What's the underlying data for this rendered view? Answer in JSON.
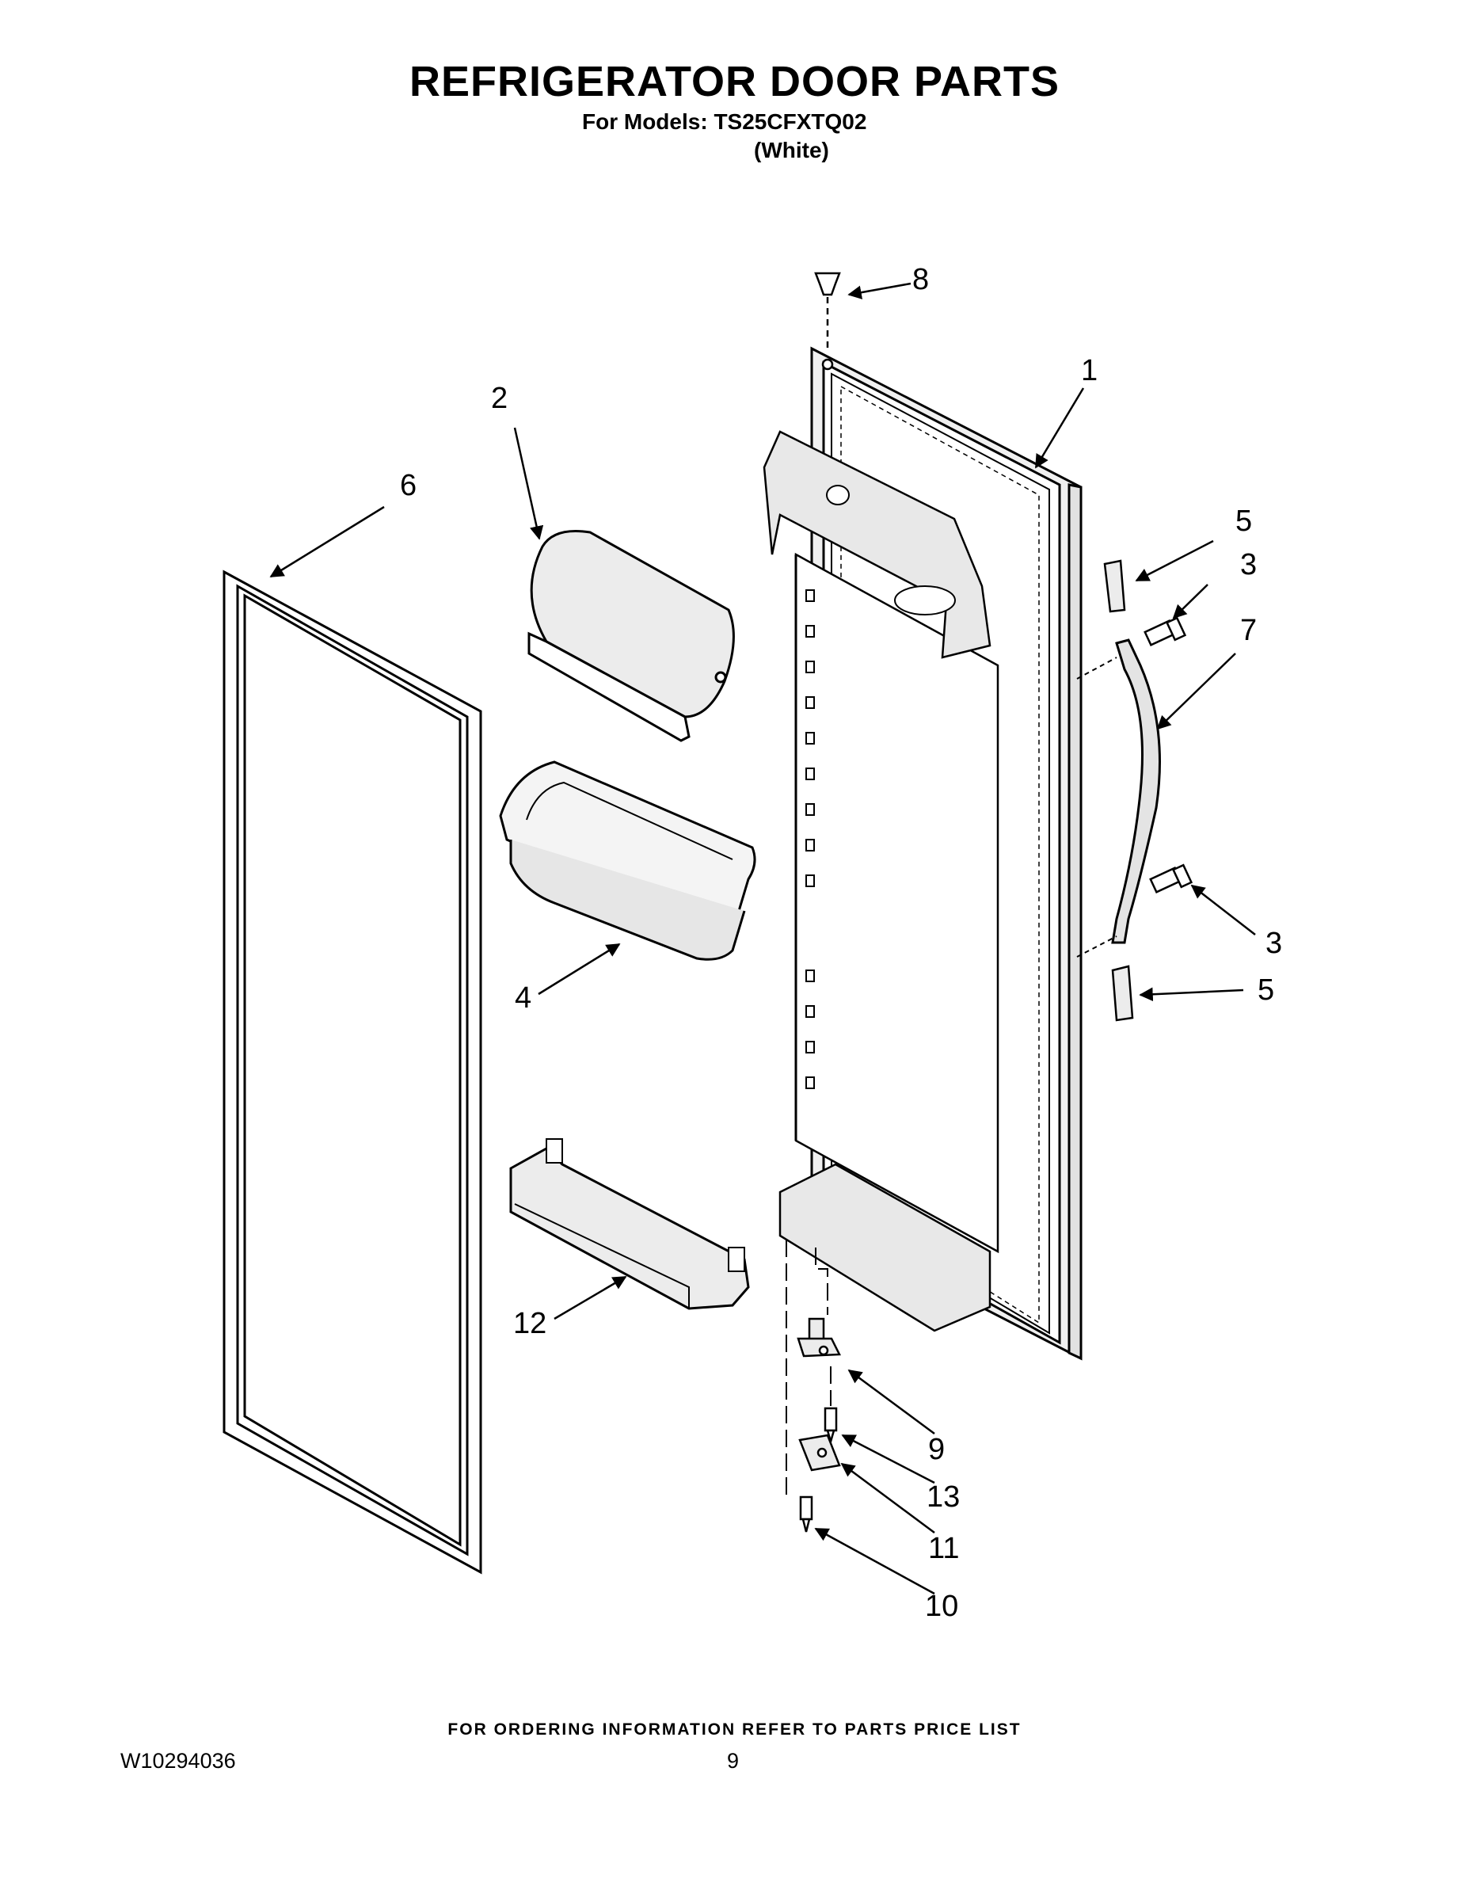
{
  "header": {
    "title": "REFRIGERATOR DOOR PARTS",
    "models_line": "For Models: TS25CFXTQ02",
    "color_line": "(White)"
  },
  "callouts": {
    "c1": "1",
    "c2": "2",
    "c3a": "3",
    "c3b": "3",
    "c4": "4",
    "c5a": "5",
    "c5b": "5",
    "c6": "6",
    "c7": "7",
    "c8": "8",
    "c9": "9",
    "c10": "10",
    "c11": "11",
    "c12": "12",
    "c13": "13"
  },
  "footer": {
    "note": "FOR ORDERING INFORMATION REFER TO PARTS PRICE LIST",
    "doc_number": "W10294036",
    "page_number": "9"
  }
}
